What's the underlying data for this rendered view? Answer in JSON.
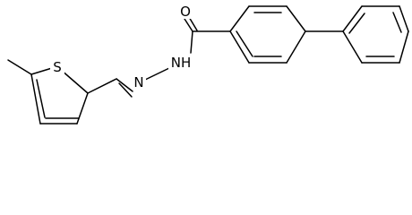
{
  "molecule": {
    "atoms": {
      "S": "S",
      "N": "N",
      "NH": "NH",
      "O": "O"
    }
  }
}
